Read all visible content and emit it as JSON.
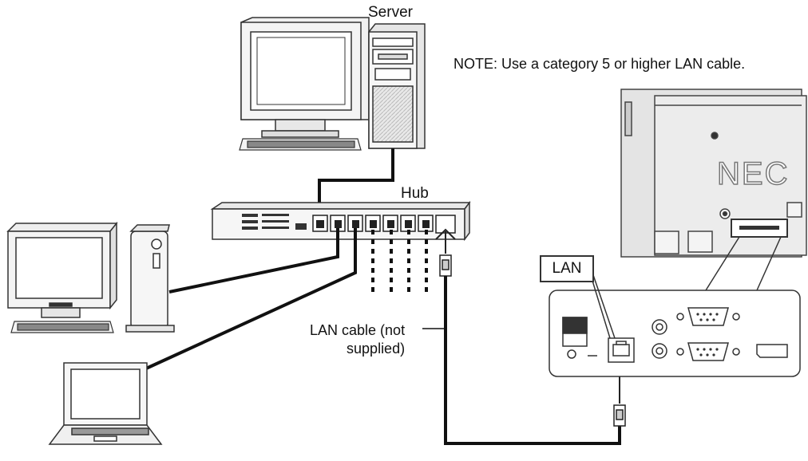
{
  "labels": {
    "server": "Server",
    "note": "NOTE: Use a category 5 or higher LAN cable.",
    "hub": "Hub",
    "lan_cable_line1": "LAN cable (not",
    "lan_cable_line2": "supplied)",
    "lan_port": "LAN",
    "brand_logo": "NEC"
  }
}
